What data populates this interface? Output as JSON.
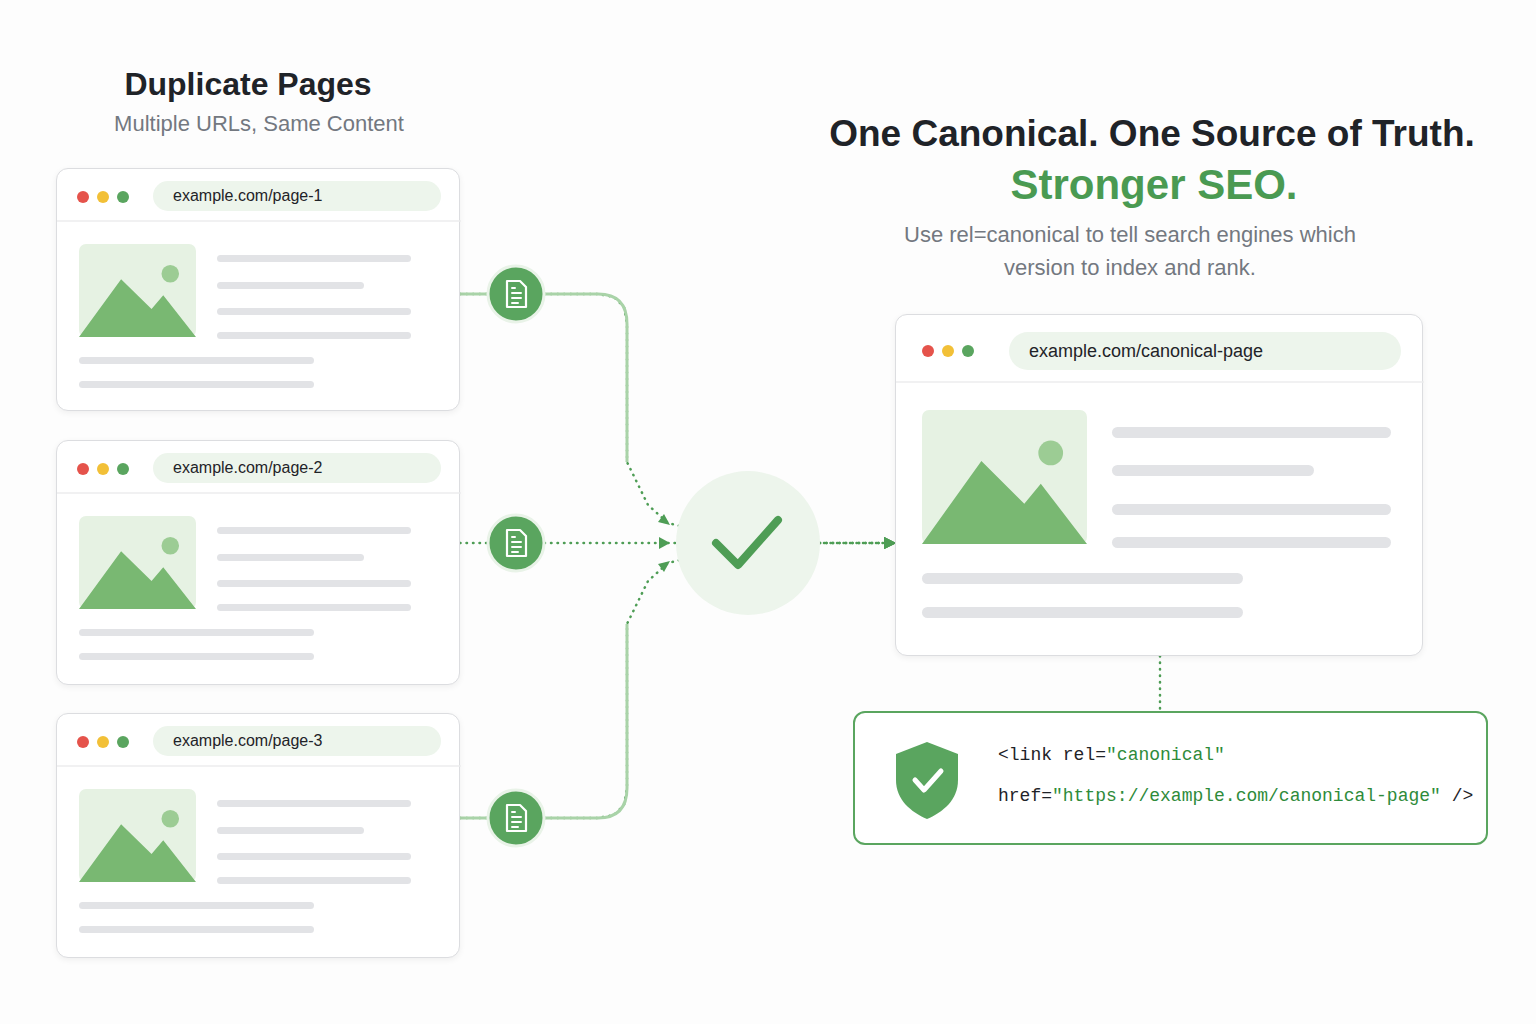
{
  "diagram": {
    "title": "One Canonical. One Source of Truth.",
    "nodes": [
      {
        "text": [
          "example.com/page-1"
        ]
      },
      {
        "text": [
          "example.com/page-2"
        ]
      },
      {
        "text": [
          "example.com/page-3"
        ]
      },
      {
        "text": [
          "example.com/canonical-page"
        ]
      },
      {
        "text": [
          "<link rel=\"canonical\"",
          "href=\"https://example.com/canonical-page\" />"
        ]
      }
    ],
    "edges": [
      {
        "from": 0,
        "to": 3,
        "arrow": "to"
      },
      {
        "from": 1,
        "to": 3,
        "arrow": "to"
      },
      {
        "from": 2,
        "to": 3,
        "arrow": "to"
      },
      {
        "from": 3,
        "to": 4,
        "arrow": "none"
      }
    ],
    "labels": [
      "Duplicate Pages",
      "Multiple URLs, Same Content",
      "Stronger SEO.",
      "Use rel=canonical to tell search engines which version to index and rank."
    ]
  }
}
